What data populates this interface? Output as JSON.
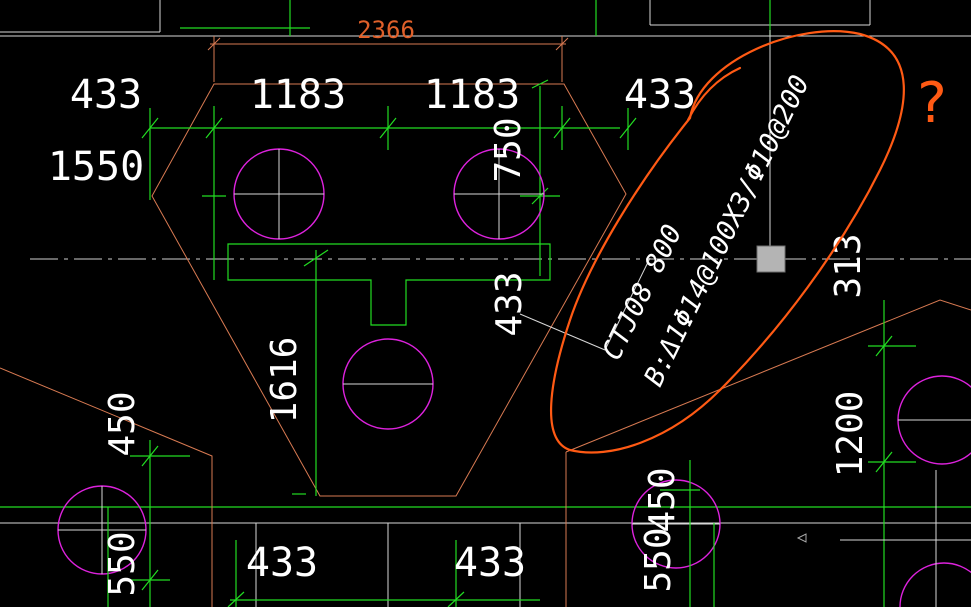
{
  "dimensions": {
    "top_total": "2366",
    "top_left": "1183",
    "top_right": "1183",
    "upper_left_433": "433",
    "upper_right_433": "433",
    "left_1550": "1550",
    "vertical_750": "750",
    "vertical_433_mid": "433",
    "vertical_313": "313",
    "vertical_1616": "1616",
    "vertical_450_left": "450",
    "vertical_550_left": "550",
    "vertical_1200": "1200",
    "bottom_433_left": "433",
    "bottom_433_right": "433",
    "vertical_550_right": "550",
    "vertical_450_right": "450"
  },
  "annotation": {
    "line1": "CTJ08 800",
    "line2": "B:Δ1Φ14@100X3/Φ10@200"
  },
  "markup": {
    "question_mark": "?"
  },
  "colors": {
    "background": "#000000",
    "dimension_lines": "#22dd22",
    "outline": "#d87a52",
    "piles": "#dd22dd",
    "markup_ink": "#ff5a14"
  }
}
